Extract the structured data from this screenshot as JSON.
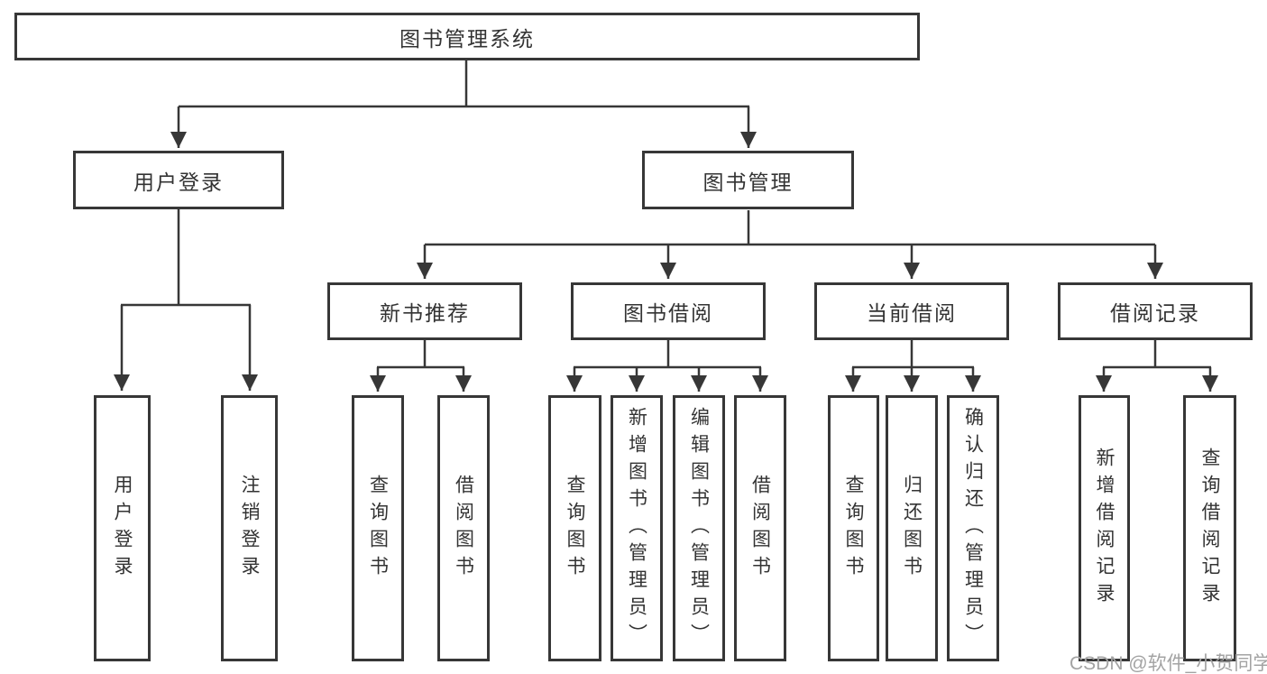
{
  "colors": {
    "line": "#373737",
    "box_border": "#373737",
    "text": "#333333",
    "background": "#ffffff",
    "watermark": "#a3a3a3"
  },
  "watermark": {
    "text": "CSDN @软件_小贺同学"
  },
  "diagram": {
    "type": "hierarchy-tree",
    "root": {
      "label": "图书管理系统"
    },
    "branches": [
      {
        "label": "用户登录",
        "children": [
          {
            "label": "用户登录"
          },
          {
            "label": "注销登录"
          }
        ]
      },
      {
        "label": "图书管理",
        "children": [
          {
            "label": "新书推荐",
            "children": [
              {
                "label": "查询图书"
              },
              {
                "label": "借阅图书"
              }
            ]
          },
          {
            "label": "图书借阅",
            "children": [
              {
                "label": "查询图书"
              },
              {
                "label": "新增图书（管理员）"
              },
              {
                "label": "编辑图书（管理员）"
              },
              {
                "label": "借阅图书"
              }
            ]
          },
          {
            "label": "当前借阅",
            "children": [
              {
                "label": "查询图书"
              },
              {
                "label": "归还图书"
              },
              {
                "label": "确认归还（管理员）"
              }
            ]
          },
          {
            "label": "借阅记录",
            "children": [
              {
                "label": "新增借阅记录"
              },
              {
                "label": "查询借阅记录"
              }
            ]
          }
        ]
      }
    ]
  }
}
